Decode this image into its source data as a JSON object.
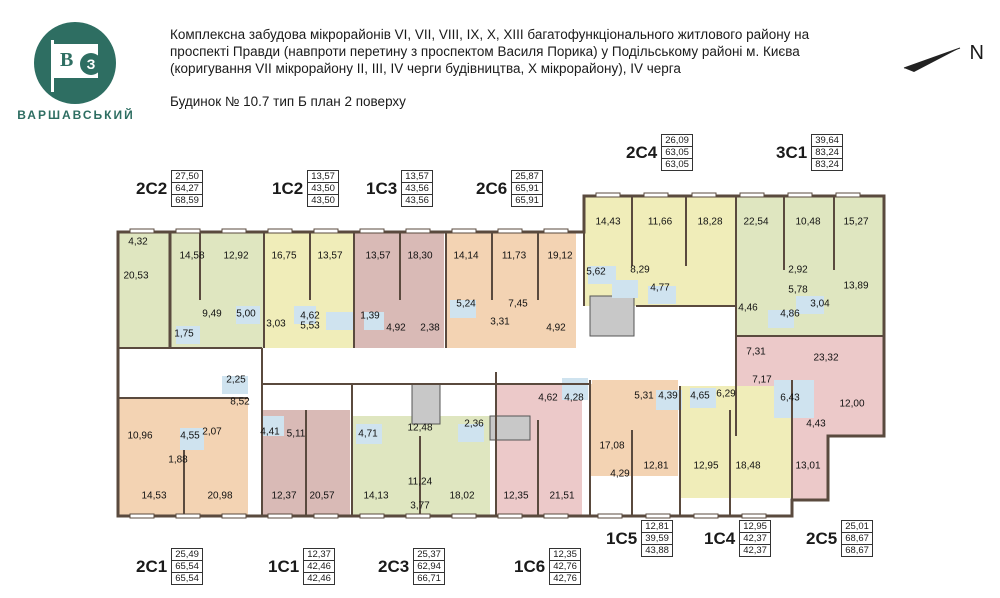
{
  "brand": {
    "name": "ВАРШАВСЬКИЙ",
    "logo_letter_1": "В",
    "logo_letter_2": "З"
  },
  "header": {
    "lines": [
      "Комплексна забудова мікрорайонів VI, VII, VIII, IX, X, XIII багатофункціонального житлового району на",
      "проспекті Правди (навпроти перетину з проспектом Василя Порика) у Подільському районі м. Києва",
      "(коригування VII мікрорайону II, III, IV черги будівництва, X мікрорайону),  IV  черга"
    ],
    "subtitle": "Будинок № 10.7   тип Б   план 2 поверху"
  },
  "north": {
    "label": "N"
  },
  "colors": {
    "yellow": "#f0edb9",
    "green": "#dfe6c0",
    "pink": "#ecc9c9",
    "rose": "#d9bab6",
    "orange": "#f3d3b3",
    "wall": "#5a4a3e",
    "stair": "#c8c8c8",
    "bath": "#cfe3ef"
  },
  "apartments": [
    {
      "code": "2С2",
      "values": [
        "27,50",
        "64,27",
        "68,59"
      ]
    },
    {
      "code": "1С2",
      "values": [
        "13,57",
        "43,50",
        "43,50"
      ]
    },
    {
      "code": "1С3",
      "values": [
        "13,57",
        "43,56",
        "43,56"
      ]
    },
    {
      "code": "2С6",
      "values": [
        "25,87",
        "65,91",
        "65,91"
      ]
    },
    {
      "code": "2С4",
      "values": [
        "26,09",
        "63,05",
        "63,05"
      ]
    },
    {
      "code": "3С1",
      "values": [
        "39,64",
        "83,24",
        "83,24"
      ]
    },
    {
      "code": "2С1",
      "values": [
        "25,49",
        "65,54",
        "65,54"
      ]
    },
    {
      "code": "1С1",
      "values": [
        "12,37",
        "42,46",
        "42,46"
      ]
    },
    {
      "code": "2С3",
      "values": [
        "25,37",
        "62,94",
        "66,71"
      ]
    },
    {
      "code": "1С6",
      "values": [
        "12,35",
        "42,76",
        "42,76"
      ]
    },
    {
      "code": "1С5",
      "values": [
        "12,81",
        "39,59",
        "43,88"
      ]
    },
    {
      "code": "1С4",
      "values": [
        "12,95",
        "42,37",
        "42,37"
      ]
    },
    {
      "code": "2С5",
      "values": [
        "25,01",
        "68,67",
        "68,67"
      ]
    }
  ],
  "rooms": [
    "4,32",
    "20,53",
    "14,58",
    "12,92",
    "9,49",
    "1,75",
    "5,00",
    "16,75",
    "13,57",
    "3,03",
    "5,53",
    "4,62",
    "13,57",
    "18,30",
    "1,39",
    "4,92",
    "2,38",
    "14,14",
    "11,73",
    "19,12",
    "5,24",
    "7,45",
    "3,31",
    "4,92",
    "14,43",
    "11,66",
    "18,28",
    "5,62",
    "8,29",
    "4,77",
    "22,54",
    "10,48",
    "15,27",
    "2,92",
    "13,89",
    "5,78",
    "3,04",
    "4,46",
    "4,86",
    "7,31",
    "23,32",
    "7,17",
    "6,43",
    "12,00",
    "4,43",
    "2,25",
    "8,52",
    "10,96",
    "4,55",
    "2,07",
    "1,88",
    "14,53",
    "20,98",
    "4,41",
    "5,11",
    "12,37",
    "20,57",
    "4,71",
    "12,48",
    "11,24",
    "3,77",
    "14,13",
    "18,02",
    "2,36",
    "4,62",
    "4,28",
    "12,35",
    "21,51",
    "5,31",
    "4,39",
    "4,65",
    "6,29",
    "17,08",
    "4,29",
    "12,81",
    "12,95",
    "18,48",
    "13,01"
  ]
}
